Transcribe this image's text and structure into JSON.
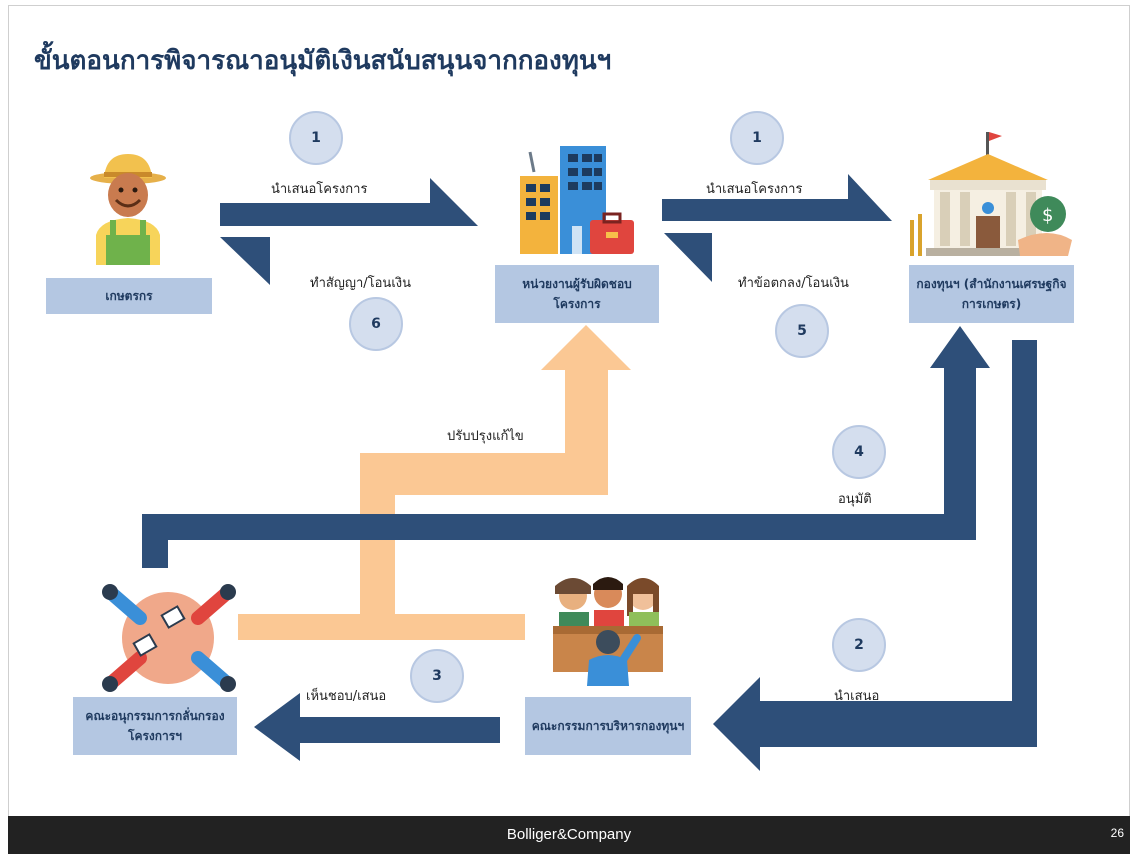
{
  "title": "ขั้นตอนการพิจารณาอนุมัติเงินสนับสนุนจากกองทุนฯ",
  "nodes": {
    "farmer": "เกษตรกร",
    "agency": "หน่วยงานผู้รับผิดชอบโครงการ",
    "fund": "กองทุนฯ (สำนักงานเศรษฐกิจการเกษตร)",
    "subcommittee": "คณะอนุกรรมการกลั่นกรองโครงการฯ",
    "board": "คณะกรรมการบริหารกองทุนฯ"
  },
  "steps": {
    "s1a": {
      "num": "1",
      "label": "นำเสนอโครงการ"
    },
    "s1b": {
      "num": "1",
      "label": "นำเสนอโครงการ"
    },
    "s2": {
      "num": "2",
      "label": "นำเสนอ"
    },
    "s3": {
      "num": "3",
      "label": "เห็นชอบ/เสนอ"
    },
    "s4": {
      "num": "4",
      "label": "อนุมัติ"
    },
    "s5": {
      "num": "5",
      "label": "ทำข้อตกลง/โอนเงิน"
    },
    "s6": {
      "num": "6",
      "label": "ทำสัญญา/โอนเงิน"
    },
    "revise": "ปรับปรุงแก้ไข"
  },
  "icons": {
    "farmer": "farmer-icon",
    "agency": "office-building-icon",
    "fund": "government-bank-icon",
    "subcommittee": "team-collaboration-icon",
    "board": "committee-meeting-icon"
  },
  "colors": {
    "title": "#1f3a5f",
    "arrow_dark": "#2e4f79",
    "arrow_light": "#fbc894",
    "node_box": "#b4c7e2",
    "step_circle": "#d4deee"
  },
  "footer": {
    "brand": "Bolliger&Company",
    "page": "26"
  }
}
